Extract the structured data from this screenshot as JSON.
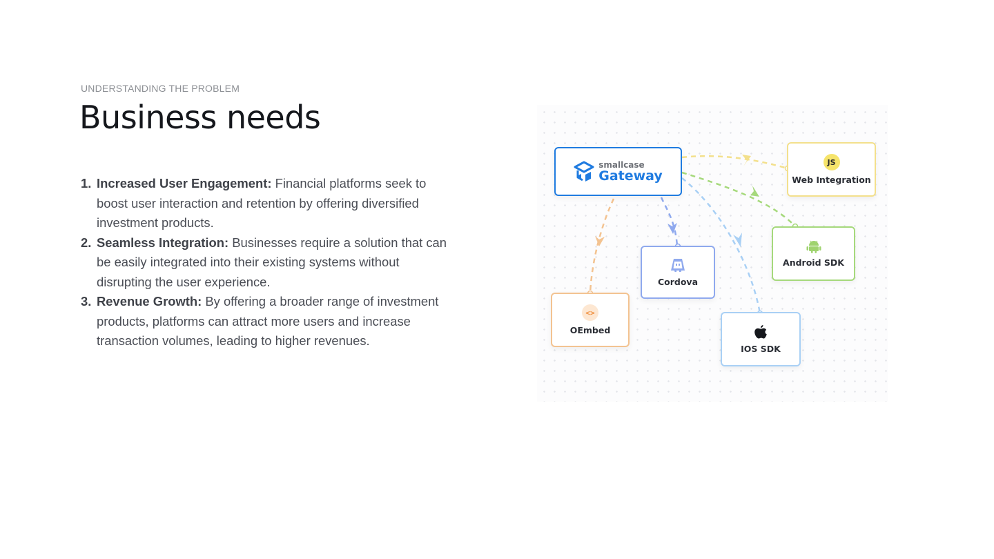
{
  "section": {
    "eyebrow": "UNDERSTANDING THE PROBLEM",
    "title": "Business needs"
  },
  "needs": [
    {
      "number": "1.",
      "term": "Increased User Engagement:",
      "text": " Financial platforms seek to boost user interaction and retention by offering diversified investment products."
    },
    {
      "number": "2.",
      "term": "Seamless Integration:",
      "text": " Businesses require a solution that can be easily integrated into their existing systems without disrupting the user experience."
    },
    {
      "number": "3.",
      "term": "Revenue Growth:",
      "text": " By offering a broader range of investment products, platforms can attract more users and increase transaction volumes, leading to higher revenues."
    }
  ],
  "diagram": {
    "gateway": {
      "brand_small": "smallcase",
      "brand_big": "Gateway",
      "color": "#1f7be0",
      "icon": "smallcase-logo-icon"
    },
    "nodes": {
      "web": {
        "badge": "JS",
        "label": "Web Integration",
        "color": "#f3e08c",
        "icon": "javascript-icon"
      },
      "android": {
        "label": "Android SDK",
        "color": "#a6d97c",
        "icon": "android-icon"
      },
      "cordova": {
        "label": "Cordova",
        "color": "#8fa9ee",
        "icon": "cordova-icon"
      },
      "ios": {
        "label": "IOS SDK",
        "color": "#a9d0f5",
        "icon": "apple-icon"
      },
      "oembed": {
        "badge": "<>",
        "label": "OEmbed",
        "color": "#f3c391",
        "icon": "code-brackets-icon"
      }
    }
  }
}
